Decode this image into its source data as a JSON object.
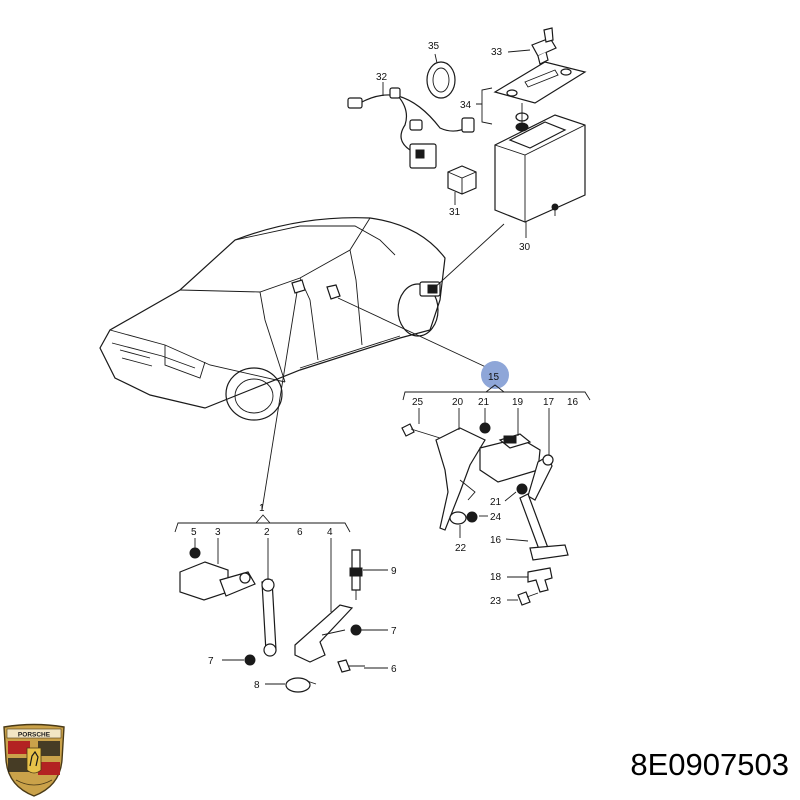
{
  "part_number": "8E0907503",
  "logo": {
    "text": "PORSCHE",
    "name": "porsche-crest"
  },
  "colors": {
    "callout_highlight": "#8ea6d8",
    "line": "#1a1a1a",
    "background": "#ffffff"
  },
  "callouts": {
    "c1": "1",
    "c2": "2",
    "c3": "3",
    "c4": "4",
    "c5": "5",
    "c6a": "6",
    "c6b": "6",
    "c7a": "7",
    "c7b": "7",
    "c8": "8",
    "c9": "9",
    "c15": "15",
    "c16a": "16",
    "c16b": "16",
    "c17": "17",
    "c18": "18",
    "c19": "19",
    "c20": "20",
    "c21a": "21",
    "c21b": "21",
    "c22": "22",
    "c23": "23",
    "c24": "24",
    "c25": "25",
    "c30": "30",
    "c31": "31",
    "c32": "32",
    "c33": "33",
    "c34": "34",
    "c35": "35"
  }
}
